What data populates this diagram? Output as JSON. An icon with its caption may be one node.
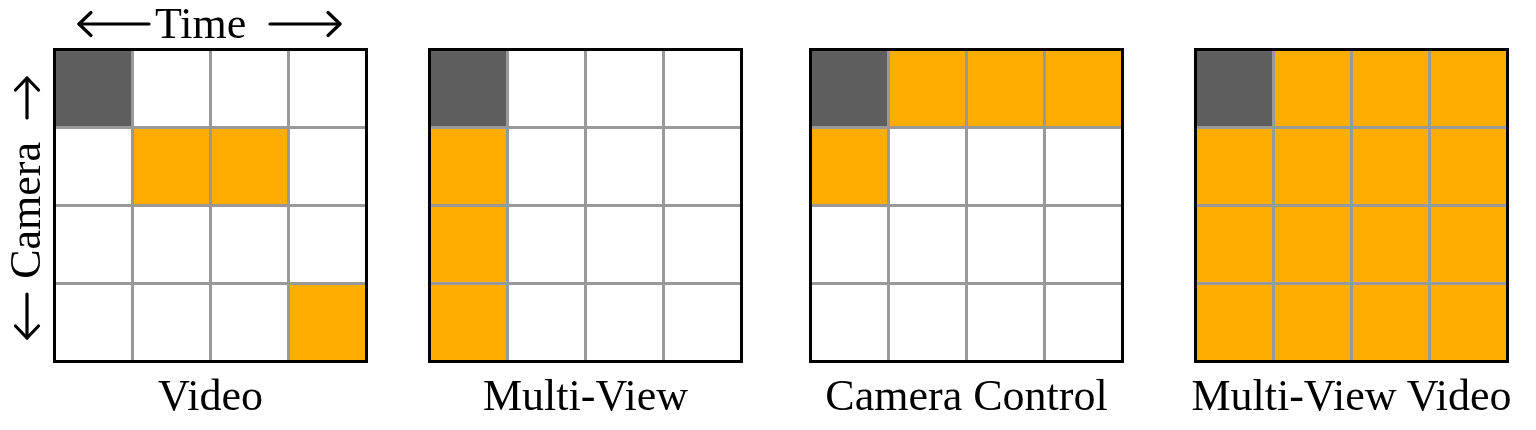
{
  "diagram": {
    "nodes": [
      {
        "text": [
          "Video"
        ]
      },
      {
        "text": [],
        "shape": "box",
        "in": 0
      },
      {
        "text": [],
        "shape": "box",
        "in": 0
      },
      {
        "text": [],
        "shape": "box",
        "in": 0
      },
      {
        "text": [],
        "shape": "box",
        "in": 0
      },
      {
        "text": [],
        "shape": "box",
        "in": 0
      },
      {
        "text": [],
        "shape": "box",
        "in": 0
      },
      {
        "text": [],
        "shape": "box",
        "in": 0
      },
      {
        "text": [],
        "shape": "box",
        "in": 0
      },
      {
        "text": [],
        "shape": "box",
        "in": 0
      },
      {
        "text": [],
        "shape": "box",
        "in": 0
      },
      {
        "text": [],
        "shape": "box",
        "in": 0
      },
      {
        "text": [],
        "shape": "box",
        "in": 0
      },
      {
        "text": [],
        "shape": "box",
        "in": 0
      },
      {
        "text": [],
        "shape": "box",
        "in": 0
      },
      {
        "text": [],
        "shape": "box",
        "in": 0
      },
      {
        "text": [],
        "shape": "box",
        "in": 0
      },
      {
        "text": [
          "Multi-View"
        ]
      },
      {
        "text": [],
        "shape": "box",
        "in": 17
      },
      {
        "text": [],
        "shape": "box",
        "in": 17
      },
      {
        "text": [],
        "shape": "box",
        "in": 17
      },
      {
        "text": [],
        "shape": "box",
        "in": 17
      },
      {
        "text": [],
        "shape": "box",
        "in": 17
      },
      {
        "text": [],
        "shape": "box",
        "in": 17
      },
      {
        "text": [],
        "shape": "box",
        "in": 17
      },
      {
        "text": [],
        "shape": "box",
        "in": 17
      },
      {
        "text": [],
        "shape": "box",
        "in": 17
      },
      {
        "text": [],
        "shape": "box",
        "in": 17
      },
      {
        "text": [],
        "shape": "box",
        "in": 17
      },
      {
        "text": [],
        "shape": "box",
        "in": 17
      },
      {
        "text": [],
        "shape": "box",
        "in": 17
      },
      {
        "text": [],
        "shape": "box",
        "in": 17
      },
      {
        "text": [],
        "shape": "box",
        "in": 17
      },
      {
        "text": [],
        "shape": "box",
        "in": 17
      },
      {
        "text": [
          "Camera Control"
        ]
      },
      {
        "text": [],
        "shape": "box",
        "in": 34
      },
      {
        "text": [],
        "shape": "box",
        "in": 34
      },
      {
        "text": [],
        "shape": "box",
        "in": 34
      },
      {
        "text": [],
        "shape": "box",
        "in": 34
      },
      {
        "text": [],
        "shape": "box",
        "in": 34
      },
      {
        "text": [],
        "shape": "box",
        "in": 34
      },
      {
        "text": [],
        "shape": "box",
        "in": 34
      },
      {
        "text": [],
        "shape": "box",
        "in": 34
      },
      {
        "text": [],
        "shape": "box",
        "in": 34
      },
      {
        "text": [],
        "shape": "box",
        "in": 34
      },
      {
        "text": [],
        "shape": "box",
        "in": 34
      },
      {
        "text": [],
        "shape": "box",
        "in": 34
      },
      {
        "text": [],
        "shape": "box",
        "in": 34
      },
      {
        "text": [],
        "shape": "box",
        "in": 34
      },
      {
        "text": [],
        "shape": "box",
        "in": 34
      },
      {
        "text": [],
        "shape": "box",
        "in": 34
      },
      {
        "text": [
          "Multi-View Video"
        ]
      },
      {
        "text": [],
        "shape": "box",
        "in": 51
      },
      {
        "text": [],
        "shape": "box",
        "in": 51
      },
      {
        "text": [],
        "shape": "box",
        "in": 51
      },
      {
        "text": [],
        "shape": "box",
        "in": 51
      },
      {
        "text": [],
        "shape": "box",
        "in": 51
      },
      {
        "text": [],
        "shape": "box",
        "in": 51
      },
      {
        "text": [],
        "shape": "box",
        "in": 51
      },
      {
        "text": [],
        "shape": "box",
        "in": 51
      },
      {
        "text": [],
        "shape": "box",
        "in": 51
      },
      {
        "text": [],
        "shape": "box",
        "in": 51
      },
      {
        "text": [],
        "shape": "box",
        "in": 51
      },
      {
        "text": [],
        "shape": "box",
        "in": 51
      },
      {
        "text": [],
        "shape": "box",
        "in": 51
      },
      {
        "text": [],
        "shape": "box",
        "in": 51
      },
      {
        "text": [],
        "shape": "box",
        "in": 51
      },
      {
        "text": [],
        "shape": "box",
        "in": 51
      }
    ],
    "labels": [
      "Time",
      "Camera"
    ]
  }
}
